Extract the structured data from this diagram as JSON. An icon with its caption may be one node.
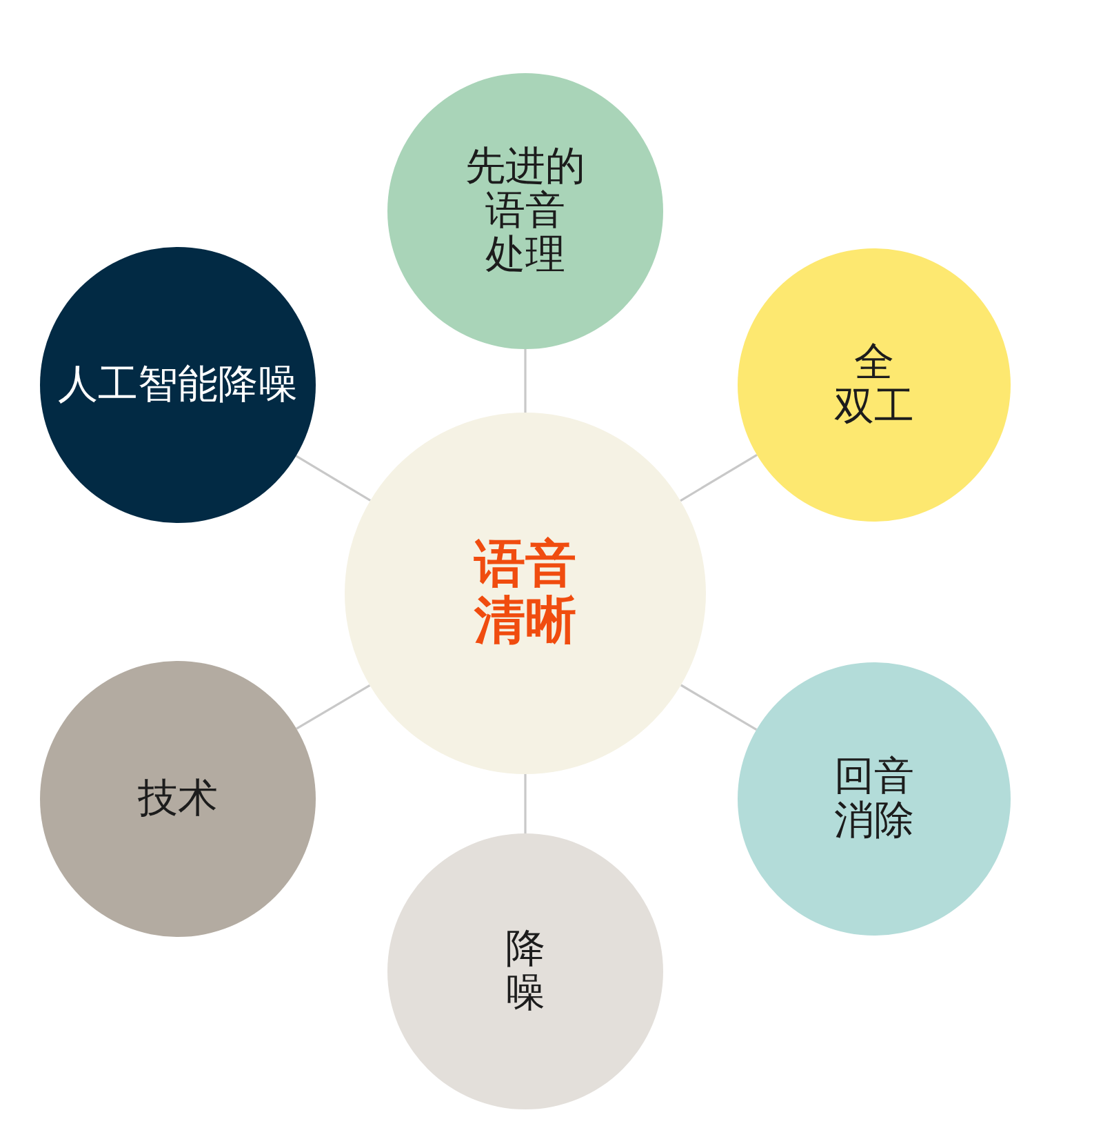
{
  "diagram": {
    "nodes": [
      {
        "text": [
          "先进的语音处理"
        ]
      },
      {
        "text": [
          "人工智能降噪"
        ]
      },
      {
        "text": [
          "全双工"
        ]
      },
      {
        "text": [
          "语音清晰"
        ]
      },
      {
        "text": [
          "技术"
        ]
      },
      {
        "text": [
          "回音消除"
        ]
      },
      {
        "text": [
          "降噪"
        ]
      }
    ],
    "edges": [
      {
        "from": 3,
        "to": 0,
        "arrow": "none"
      },
      {
        "from": 3,
        "to": 1,
        "arrow": "none"
      },
      {
        "from": 3,
        "to": 2,
        "arrow": "none"
      },
      {
        "from": 3,
        "to": 4,
        "arrow": "none"
      },
      {
        "from": 3,
        "to": 5,
        "arrow": "none"
      },
      {
        "from": 3,
        "to": 6,
        "arrow": "none"
      }
    ]
  }
}
